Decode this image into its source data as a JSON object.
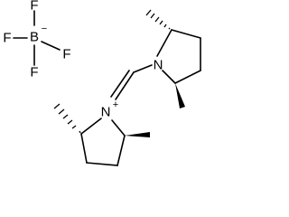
{
  "molecule": {
    "atoms": {
      "boron": "B",
      "boron_charge": "−",
      "fluorine_1": "F",
      "fluorine_2": "F",
      "fluorine_3": "F",
      "fluorine_4": "F",
      "nitrogen_top": "N",
      "nitrogen_bottom": "N",
      "nitrogen_bottom_charge": "+"
    },
    "colors": {
      "bond": "#000000",
      "label": "#000000",
      "background": "#ffffff"
    }
  }
}
